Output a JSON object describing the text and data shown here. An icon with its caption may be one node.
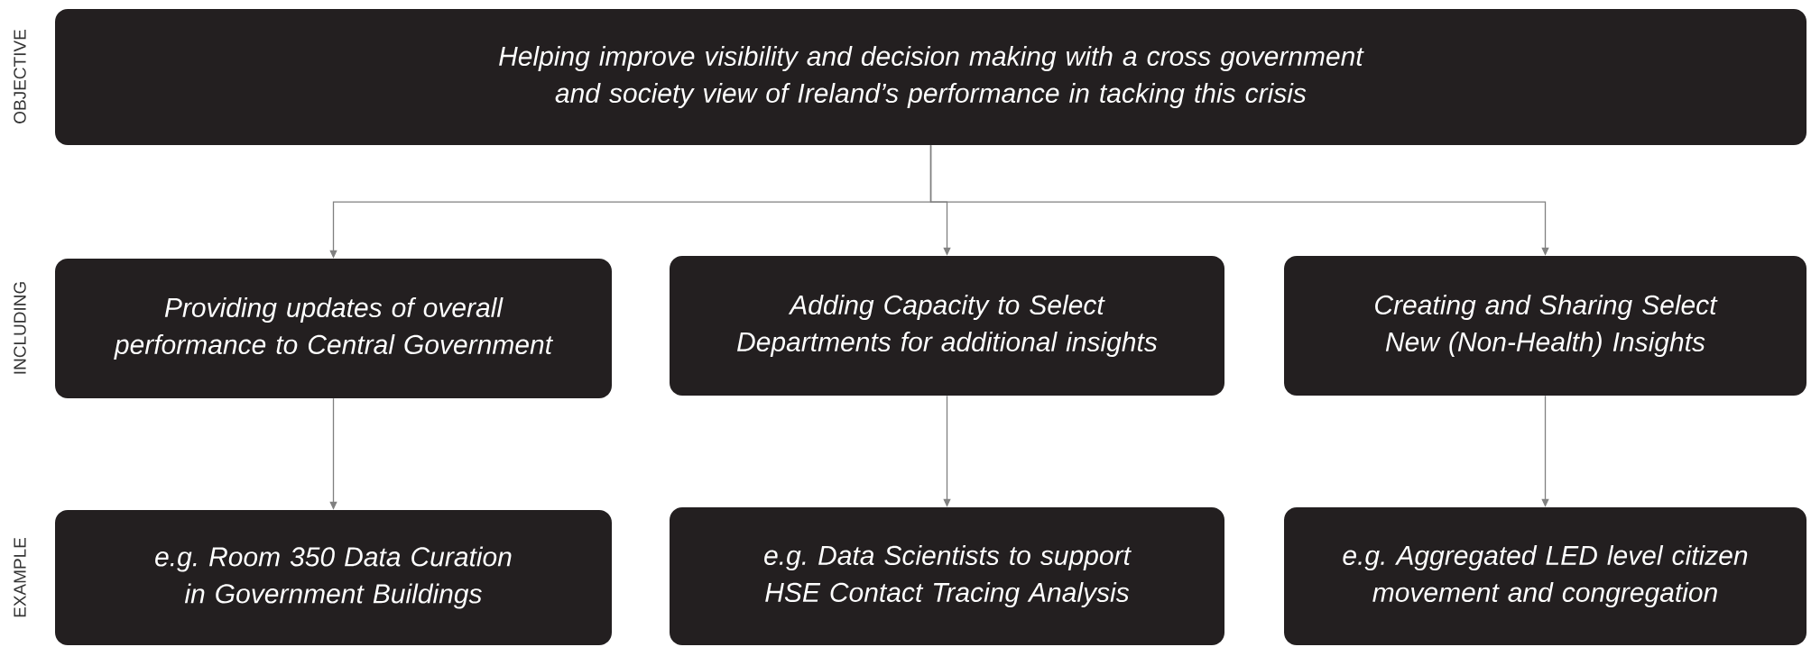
{
  "diagram": {
    "nodes": [
      {
        "text": [
          "Helping improve visibility and decision making with a cross government and society view of Ireland’s performance in tacking this crisis"
        ]
      },
      {
        "text": [
          "Providing updates of overall performance to Central Government"
        ]
      },
      {
        "text": [
          "Adding Capacity to Select Departments for additional insights"
        ]
      },
      {
        "text": [
          "Creating and Sharing Select New (Non-Health) Insights"
        ]
      },
      {
        "text": [
          "e.g. Room 350 Data Curation in Government Buildings"
        ]
      },
      {
        "text": [
          "e.g. Data Scientists to support HSE Contact Tracing Analysis"
        ]
      },
      {
        "text": [
          "e.g. Aggregated LED level citizen movement and congregation"
        ]
      }
    ],
    "edges": [
      {
        "from": 0,
        "to": 1,
        "arrow": "to"
      },
      {
        "from": 0,
        "to": 2,
        "arrow": "to"
      },
      {
        "from": 0,
        "to": 3,
        "arrow": "to"
      },
      {
        "from": 1,
        "to": 4,
        "arrow": "to"
      },
      {
        "from": 2,
        "to": 5,
        "arrow": "to"
      },
      {
        "from": 3,
        "to": 6,
        "arrow": "to"
      }
    ],
    "labels": [
      "OBJECTIVE",
      "INCLUDING",
      "EXAMPLE"
    ]
  }
}
